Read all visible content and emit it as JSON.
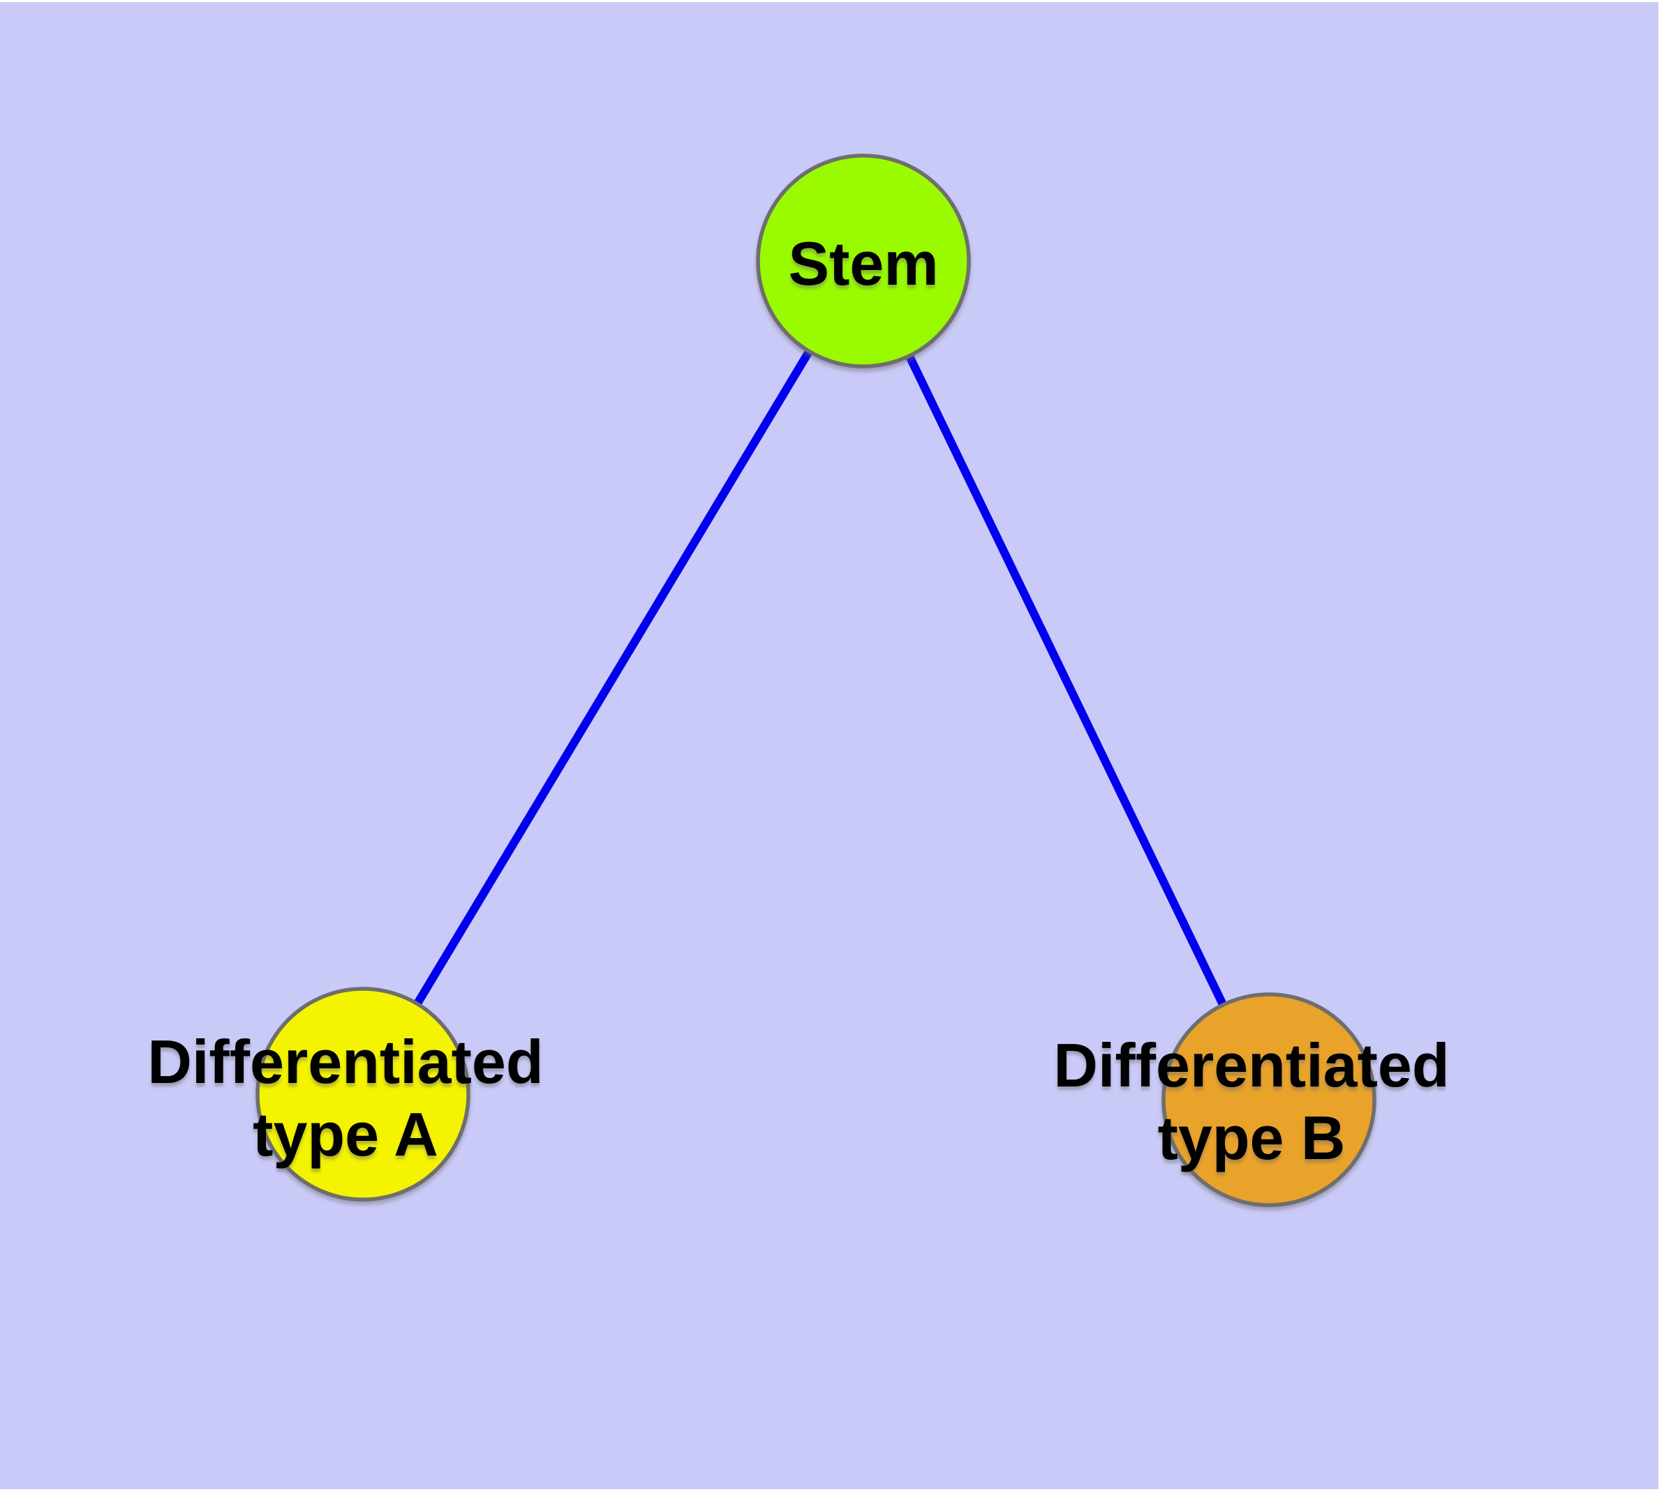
{
  "diagram": {
    "background_color": "#cacaf8",
    "edge_color": "#0000ee",
    "node_border_color": "#6e6e6e",
    "nodes": [
      {
        "id": "stem",
        "label": "Stem",
        "fill": "#9afb00"
      },
      {
        "id": "differentiated-type-a",
        "label": "Differentiated\ntype A",
        "fill": "#f4f400"
      },
      {
        "id": "differentiated-type-b",
        "label": "Differentiated\ntype B",
        "fill": "#e9a32a"
      }
    ],
    "edges": [
      {
        "from": "stem",
        "to": "differentiated-type-a"
      },
      {
        "from": "stem",
        "to": "differentiated-type-b"
      }
    ]
  }
}
